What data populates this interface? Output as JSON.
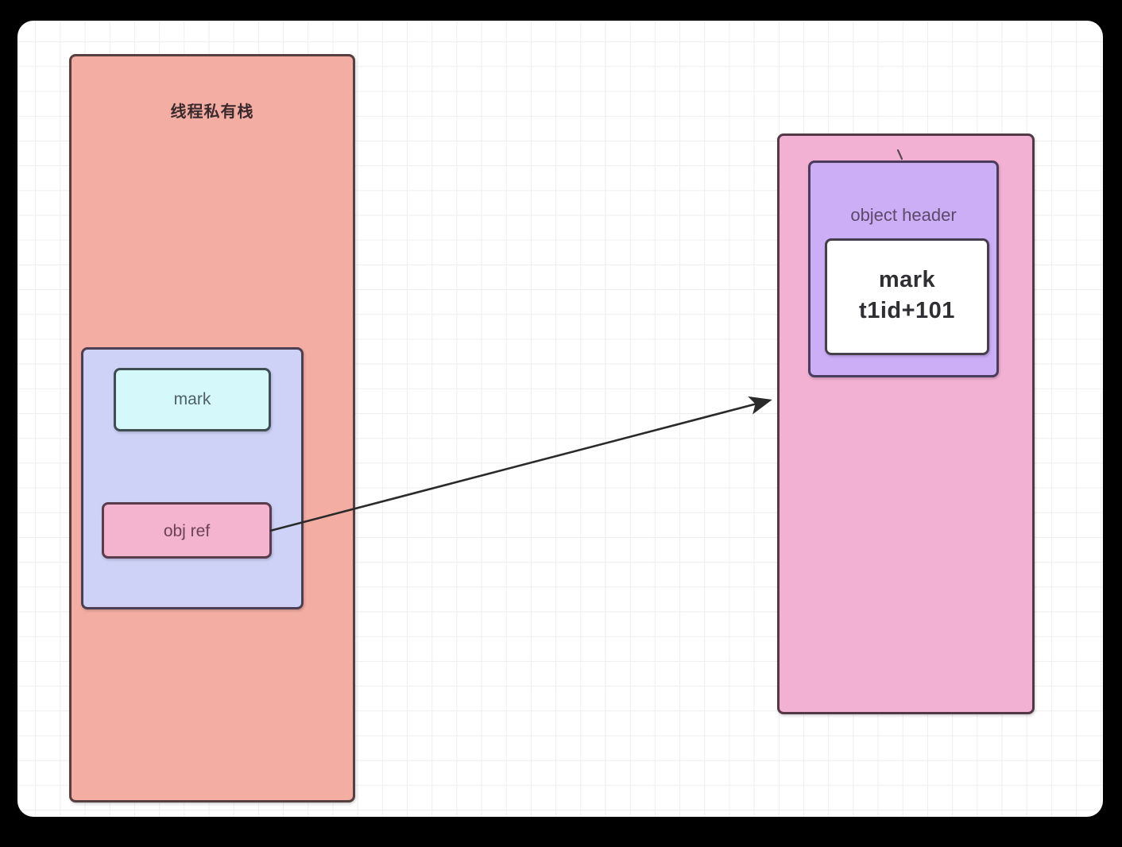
{
  "canvas": {
    "background_color": "#ffffff",
    "grid_color": "#eeeeee",
    "page_background": "#000000"
  },
  "diagram": {
    "thread_stack": {
      "title": "线程私有栈",
      "fill_color": "#f4ada3",
      "frame": {
        "fill_color": "#ced2f7",
        "mark_box": {
          "label": "mark",
          "fill_color": "#d5f8fb"
        },
        "obj_ref_box": {
          "label": "obj ref",
          "fill_color": "#f4b3cf"
        }
      }
    },
    "heap_object": {
      "fill_color": "#f2b0d2",
      "object_header": {
        "label": "object header",
        "fill_color": "#ccaef7",
        "mark_value_box": {
          "line1": "mark",
          "line2": "t1id+101",
          "text": "mark\nt1id+101",
          "fill_color": "#ffffff"
        }
      }
    },
    "arrow": {
      "label": "",
      "color": "#2a2a2a",
      "from": "obj ref",
      "to": "heap object"
    }
  }
}
